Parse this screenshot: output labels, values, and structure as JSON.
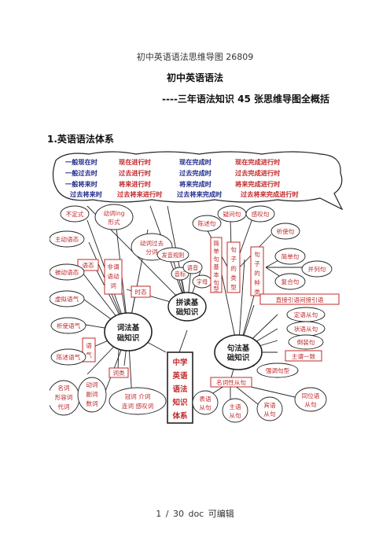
{
  "header": {
    "text": "初中英语语法思维导图 26809"
  },
  "title": "初中英语语法",
  "subtitle": "----三年语法知识 45 张思维导图全概括",
  "section_heading": "1.英语语法体系",
  "mindmap": {
    "tenses": [
      [
        "一般现在时",
        "现在进行时",
        "现在完成时",
        "现在完成进行时"
      ],
      [
        "一般过去时",
        "过去进行时",
        "过去完成时",
        "过去完成进行时"
      ],
      [
        "一般将来时",
        "将来进行时",
        "将来完成时",
        "将来完成进行时"
      ],
      [
        "过去将来时",
        "过去将来进行时",
        "过去将来完成时",
        "过去将来完成进行时"
      ]
    ],
    "center": [
      "中学",
      "英语",
      "语法",
      "知识",
      "体系"
    ],
    "phonics": [
      "拼读基",
      "础知识"
    ],
    "phonics_leaves": [
      "发音规则",
      "音标",
      "语音",
      "字母"
    ],
    "lexical": [
      "词法基",
      "础知识"
    ],
    "syntax": [
      "句法基",
      "础知识"
    ],
    "left_nodes": {
      "buding": "不定式",
      "dongci_ing": [
        "动词ing",
        "形式"
      ],
      "zhudong": "主动语态",
      "dongci_guoqu": [
        "动词过去",
        "分词"
      ],
      "yutai": "语态",
      "feiwei": [
        "非谓",
        "语动",
        "词"
      ],
      "beidong": "被动语态",
      "xuni": "虚拟语气",
      "shitai": "时态",
      "qishi": "祈使语气",
      "yuqi": [
        "语",
        "气"
      ],
      "chenshu": "陈述语气",
      "cilei": "词类",
      "group1": [
        "名词",
        "形容词",
        "代词"
      ],
      "group2": [
        "动词",
        "副词",
        "数词"
      ],
      "group3": [
        "冠词 介词",
        "连词 感叹词"
      ]
    },
    "right_nodes": {
      "yiwen": "疑问句",
      "ganshi": "感叹句",
      "chenshu_ju": "陈述句",
      "qishi_ju": "祈使句",
      "jiandan_ju": [
        "简",
        "单",
        "句",
        "基",
        "本",
        "句",
        "型"
      ],
      "juzi_leixing": [
        "句",
        "子",
        "的",
        "类",
        "型"
      ],
      "juzi_zhonglei": [
        "句",
        "子",
        "的",
        "种",
        "类"
      ],
      "jiandanju": "简单句",
      "bingliju": "并列句",
      "fuheju": "复合句",
      "zhijie": "直接引语间接引语",
      "dingyu": "定语从句",
      "zhuangyu": "状语从句",
      "daozhuang": "倒装句",
      "zhuwei": "主谓一致",
      "qiangdiao": "强调句型",
      "mingci": "名词性从句",
      "biaoyu": [
        "表语",
        "从句"
      ],
      "zhuyu": [
        "主语",
        "从句"
      ],
      "binyu": [
        "宾语",
        "从句"
      ],
      "tongwei": [
        "同位语",
        "从句"
      ]
    }
  },
  "footer": {
    "page": "1",
    "total": "30",
    "sep": "/",
    "note": "doc 可编辑"
  },
  "colors": {
    "accent_red": "#c0282a",
    "tense_blue": "#1f2a8a",
    "ink": "#1a1a1a"
  }
}
